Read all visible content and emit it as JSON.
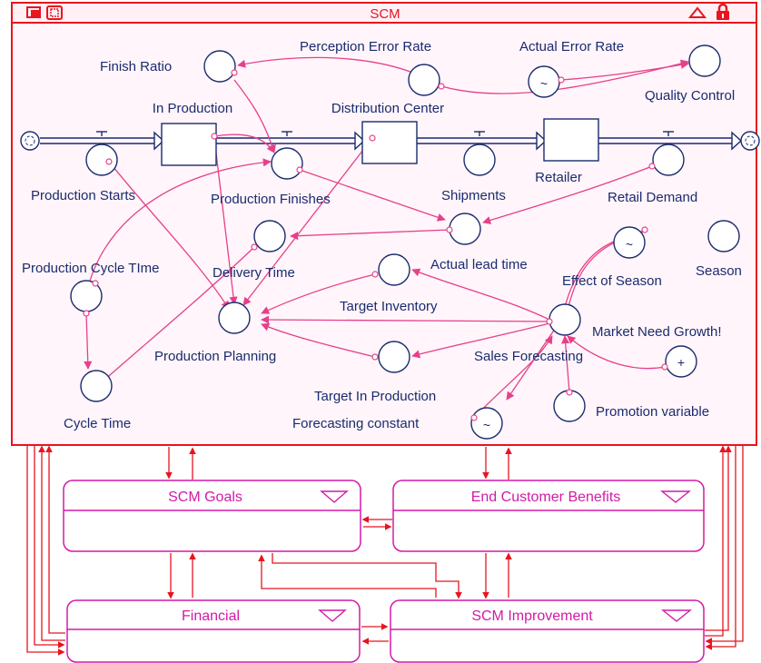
{
  "window": {
    "title": "SCM",
    "controls": {
      "left_icons": [
        "window-icon",
        "restore-icon"
      ],
      "right_icons": [
        "collapse-triangle-icon",
        "lock-icon"
      ]
    }
  },
  "colors": {
    "frame": "#e8141e",
    "canvas_bg": "#fff5fa",
    "node_stroke": "#1a2b6e",
    "node_fill": "#ffffff",
    "link": "#e6408a",
    "flow": "#1a2b6e",
    "sector_stroke": "#d31aa6",
    "sector_text": "#d31aa6",
    "arrow_red": "#e8141e",
    "label_text": "#1a2b6e"
  },
  "stocks": {
    "in_production": "In Production",
    "distribution_center": "Distribution Center",
    "retailer": "Retailer"
  },
  "variables": {
    "finish_ratio": "Finish Ratio",
    "perception_error_rate": "Perception Error Rate",
    "actual_error_rate": "Actual Error Rate",
    "quality_control": "Quality Control",
    "production_starts": "Production Starts",
    "production_finishes": "Production Finishes",
    "shipments": "Shipments",
    "retail_demand": "Retail Demand",
    "actual_lead_time": "Actual lead time",
    "production_cycle_time": "Production Cycle TIme",
    "delivery_time": "Delivery Time",
    "effect_of_season": "Effect of Season",
    "season": "Season",
    "target_inventory": "Target Inventory",
    "market_need_growth": "Market Need Growth!",
    "production_planning": "Production Planning",
    "sales_forecasting": "Sales Forecasting",
    "target_in_production": "Target In Production",
    "cycle_time": "Cycle Time",
    "forecasting_constant": "Forecasting constant",
    "promotion_variable": "Promotion variable"
  },
  "node_symbols": {
    "graph": "~",
    "sum": "+"
  },
  "sectors": {
    "scm_goals": "SCM Goals",
    "end_customer_benefits": "End Customer Benefits",
    "financial": "Financial",
    "scm_improvement": "SCM Improvement"
  }
}
